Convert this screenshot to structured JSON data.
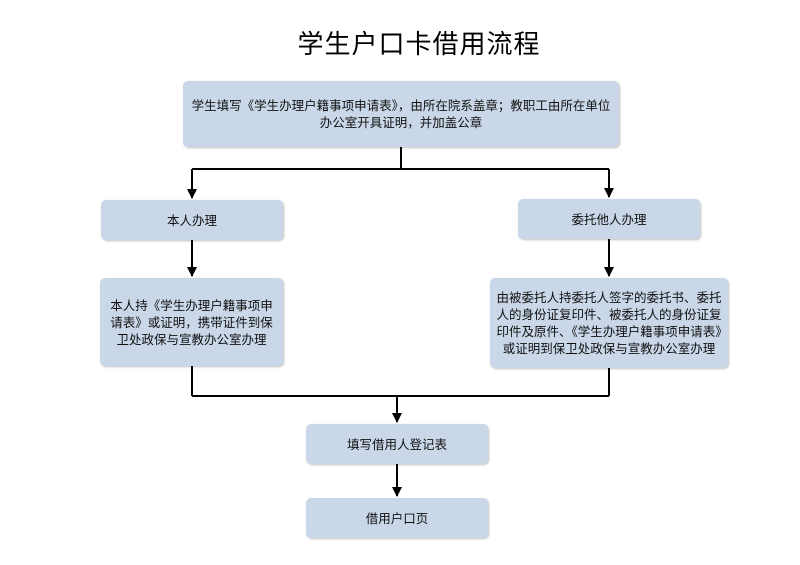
{
  "title": "学生户口卡借用流程",
  "steps": {
    "apply": "学生填写《学生办理户籍事项申请表》，由所在院系盖章；教职工由所在单位办公室开具证明，并加盖公章",
    "self": "本人办理",
    "delegate": "委托他人办理",
    "self_detail": "本人持《学生办理户籍事项申请表》或证明，携带证件到保卫处政保与宣教办公室办理",
    "delegate_detail": "由被委托人持委托人签字的委托书、委托人的身份证复印件、被委托人的身份证复印件及原件、《学生办理户籍事项申请表》或证明到保卫处政保与宣教办公室办理",
    "register": "填写借用人登记表",
    "borrow": "借用户口页"
  },
  "colors": {
    "box_fill": "#c9d7e8",
    "line": "#000000"
  }
}
